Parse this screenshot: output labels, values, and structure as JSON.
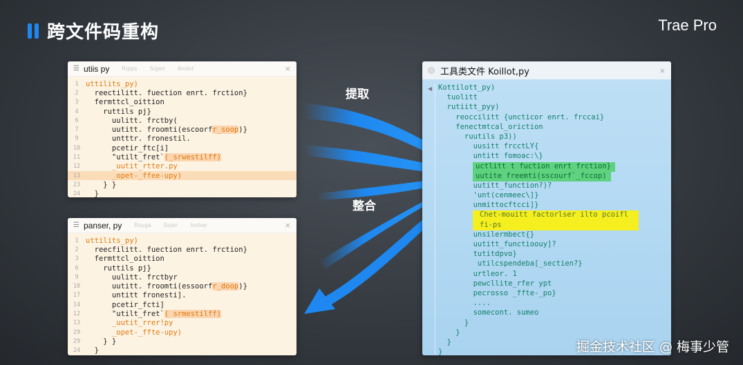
{
  "header": {
    "title": "跨文件码重构",
    "brand": "Trae Pro"
  },
  "labels": {
    "extract": "提取",
    "merge": "整合"
  },
  "watermark": "掘金技术社区 @ 梅事少管",
  "colors": {
    "accent": "#1e88f0",
    "highlight_green": "#5ed27e",
    "highlight_yellow": "#f5ef20",
    "highlight_orange": "#fbdcb8"
  },
  "left_top": {
    "filename": "utiis py",
    "tabs": [
      "Ripps",
      "Sigen",
      "Andor"
    ],
    "close": "×",
    "lines": [
      {
        "n": "1",
        "t": "uttilits_py)",
        "c": "or"
      },
      {
        "n": "2",
        "t": "  reectilitt. fuection enrt. frction}"
      },
      {
        "n": "3",
        "t": "  fermttcl_oittion"
      },
      {
        "n": "4",
        "t": "    ruttils pj}"
      },
      {
        "n": "6",
        "t": "      uulitt. frctby("
      },
      {
        "n": "7",
        "t": "      uutitt. froomti(escoorf",
        "m": "r_soop",
        "e": ")}"
      },
      {
        "n": "9",
        "t": "      untttr. fronestil."
      },
      {
        "n": "10",
        "t": "      pcetir_ftc[i]"
      },
      {
        "n": "11",
        "t": "      \"utilt_fret`",
        "m": "(_srwestilff)",
        "e": ""
      },
      {
        "n": "12",
        "t": "      _uutit_rtter.py",
        "c": "or"
      },
      {
        "n": "13",
        "t": "      _opet-_ffee-upy)",
        "c": "or",
        "hl": true
      },
      {
        "n": "23",
        "t": "    } }"
      },
      {
        "n": "24",
        "t": "  }"
      }
    ]
  },
  "left_bottom": {
    "filename": "panser, py",
    "tabs": [
      "Rsyga",
      "Sojer",
      "Iosher"
    ],
    "close": "×",
    "lines": [
      {
        "n": "1",
        "t": "uttilits_py)",
        "c": "or"
      },
      {
        "n": "2",
        "t": "  reecfilitt. fuection enrt. frction}"
      },
      {
        "n": "3",
        "t": "  fermttcl_oittion"
      },
      {
        "n": "6",
        "t": "    ruttils pj}"
      },
      {
        "n": "9",
        "t": "      uulitt. frctbyr"
      },
      {
        "n": "10",
        "t": "      uutitt. froomti(essoorf",
        "m": "r_doop",
        "e": ")}"
      },
      {
        "n": "17",
        "t": "      untitt fronesti]."
      },
      {
        "n": "14",
        "t": "      pcetir_fcti]"
      },
      {
        "n": "12",
        "t": "      \"utilt_fret`",
        "m": "( srmestilff)",
        "e": ""
      },
      {
        "n": "13",
        "t": "      _uutit_rrer!py",
        "c": "or"
      },
      {
        "n": "29",
        "t": "      _opet-_ffte-upy)",
        "c": "or"
      },
      {
        "n": "29",
        "t": "    } }"
      },
      {
        "n": "24",
        "t": "  }"
      }
    ]
  },
  "right": {
    "title": "工具类文件 Koillot,py",
    "close": "×",
    "lines": [
      {
        "t": "Kottilott_py)"
      },
      {
        "t": "  tuolitt"
      },
      {
        "t": "  rutiitt_pyy)"
      },
      {
        "t": "    reoccilitt {uncticor enrt. frccai}"
      },
      {
        "t": "    fenectmtcal_oriction"
      },
      {
        "t": "      ruutils p3))"
      },
      {
        "t": "        uusitt frcctLY{"
      },
      {
        "t": "        untitt fomoac:\\}"
      },
      {
        "t": "uctlitt t fuction enrt frction}",
        "k": "g"
      },
      {
        "t": "uutite freemti(sscourf`_fccop)",
        "k": "g"
      },
      {
        "t": "        uutitt_function?)?"
      },
      {
        "t": "        'unt(cenmeec\\]}"
      },
      {
        "t": "        unmittocftcci]}"
      },
      {
        "t": "Chet-mouitt factorlser ilto pcoifl",
        "k": "y"
      },
      {
        "t": "fi-ps",
        "k": "y"
      },
      {
        "t": "        unsilermbect{}"
      },
      {
        "t": "        uutitt_functioouy]?"
      },
      {
        "t": "        tutitdpvo}"
      },
      {
        "t": "         utilcspendeba[_sectien?}"
      },
      {
        "t": "        urtleor. 1"
      },
      {
        "t": "        pewcllite_rfer ypt"
      },
      {
        "t": "        pecrosso _ffte-_po}"
      },
      {
        "t": "        ...."
      },
      {
        "t": "        somecont. sumeo"
      },
      {
        "t": "      }"
      },
      {
        "t": "    }"
      },
      {
        "t": "  }"
      },
      {
        "t": "}"
      }
    ]
  }
}
